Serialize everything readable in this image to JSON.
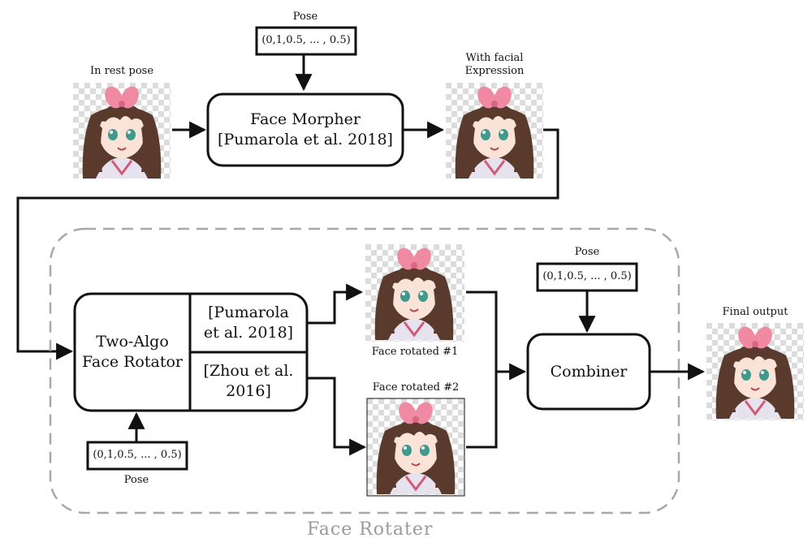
{
  "top": {
    "pose_label": "Pose",
    "pose_value": "(0,1,0.5, ... , 0.5)",
    "input_label": "In rest pose",
    "morpher_line1": "Face Morpher",
    "morpher_line2": "[Pumarola et al. 2018]",
    "output_label_line1": "With facial",
    "output_label_line2": "Expression"
  },
  "face_rotater": {
    "title": "Face Rotater",
    "rotator_line1": "Two-Algo",
    "rotator_line2": "Face Rotator",
    "algo1_line1": "[Pumarola",
    "algo1_line2": "et al. 2018]",
    "algo2_line1": "[Zhou et al.",
    "algo2_line2": "2016]",
    "pose_label": "Pose",
    "pose_value": "(0,1,0.5, ... , 0.5)",
    "rotated1_label": "Face rotated #1",
    "rotated2_label": "Face rotated #2",
    "combiner_label": "Combiner",
    "combiner_pose_label": "Pose",
    "combiner_pose_value": "(0,1,0.5, ... , 0.5)"
  },
  "final": {
    "label": "Final output"
  },
  "colors": {
    "stroke": "#111111",
    "dashed_border": "#a8a8a8",
    "title_gray": "#9a9a9a",
    "hair": "#5a3a2c",
    "bow": "#f08aa3",
    "skin": "#fbe3d8",
    "eye": "#3f9a8c",
    "collar": "#e7e3ee"
  },
  "icons": {
    "avatar": "anime-girl-avatar-image"
  }
}
